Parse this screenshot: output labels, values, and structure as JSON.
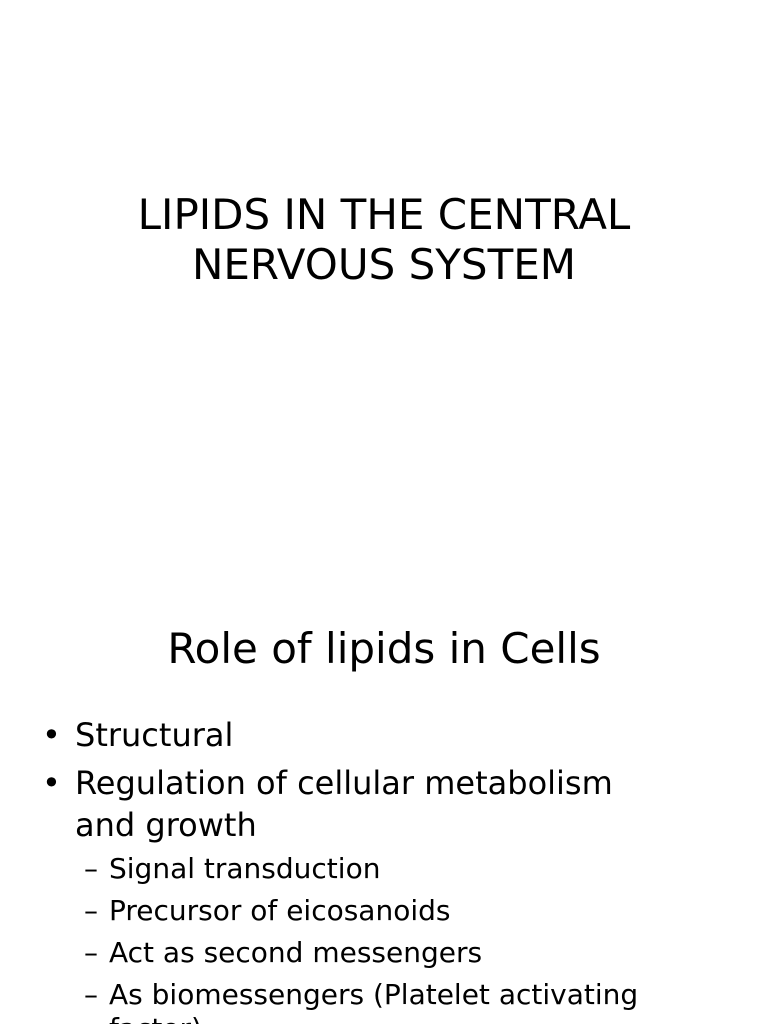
{
  "slide1": {
    "title_line1": "LIPIDS IN THE CENTRAL",
    "title_line2": "NERVOUS SYSTEM"
  },
  "slide2": {
    "title": "Role of lipids in Cells",
    "bullets": [
      {
        "marker": "•",
        "text": "Structural"
      },
      {
        "marker": "•",
        "text": "Regulation of cellular metabolism and growth"
      }
    ],
    "subbullets": [
      {
        "marker": "–",
        "text": "Signal transduction"
      },
      {
        "marker": "–",
        "text": "Precursor of eicosanoids"
      },
      {
        "marker": "–",
        "text": "Act as second messengers"
      },
      {
        "marker": "–",
        "text": "As biomessengers (Platelet activating factor)"
      }
    ]
  }
}
